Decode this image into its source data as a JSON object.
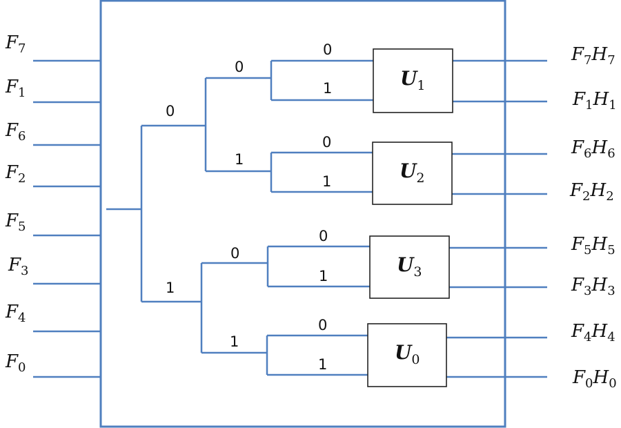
{
  "inputs": [
    {
      "sym": "F",
      "sub": "7"
    },
    {
      "sym": "F",
      "sub": "1"
    },
    {
      "sym": "F",
      "sub": "6"
    },
    {
      "sym": "F",
      "sub": "2"
    },
    {
      "sym": "F",
      "sub": "5"
    },
    {
      "sym": "F",
      "sub": "3"
    },
    {
      "sym": "F",
      "sub": "4"
    },
    {
      "sym": "F",
      "sub": "0"
    }
  ],
  "outputs": [
    {
      "a": "F",
      "a_sub": "7",
      "b": "H",
      "b_sub": "7"
    },
    {
      "a": "F",
      "a_sub": "1",
      "b": "H",
      "b_sub": "1"
    },
    {
      "a": "F",
      "a_sub": "6",
      "b": "H",
      "b_sub": "6"
    },
    {
      "a": "F",
      "a_sub": "2",
      "b": "H",
      "b_sub": "2"
    },
    {
      "a": "F",
      "a_sub": "5",
      "b": "H",
      "b_sub": "5"
    },
    {
      "a": "F",
      "a_sub": "3",
      "b": "H",
      "b_sub": "3"
    },
    {
      "a": "F",
      "a_sub": "4",
      "b": "H",
      "b_sub": "4"
    },
    {
      "a": "F",
      "a_sub": "0",
      "b": "H",
      "b_sub": "0"
    }
  ],
  "units": [
    {
      "sym": "U",
      "sub": "1"
    },
    {
      "sym": "U",
      "sub": "2"
    },
    {
      "sym": "U",
      "sub": "3"
    },
    {
      "sym": "U",
      "sub": "0"
    }
  ],
  "branch_bits": {
    "root_top": "0",
    "root_bottom": "1",
    "upper_top": "0",
    "upper_bottom": "1",
    "lower_top": "0",
    "lower_bottom": "1",
    "leaf": [
      {
        "top": "0",
        "bottom": "1"
      },
      {
        "top": "0",
        "bottom": "1"
      },
      {
        "top": "0",
        "bottom": "1"
      },
      {
        "top": "0",
        "bottom": "1"
      }
    ]
  },
  "colors": {
    "wire": "#4f7fbf",
    "box_border": "#222222",
    "text": "#111111"
  }
}
